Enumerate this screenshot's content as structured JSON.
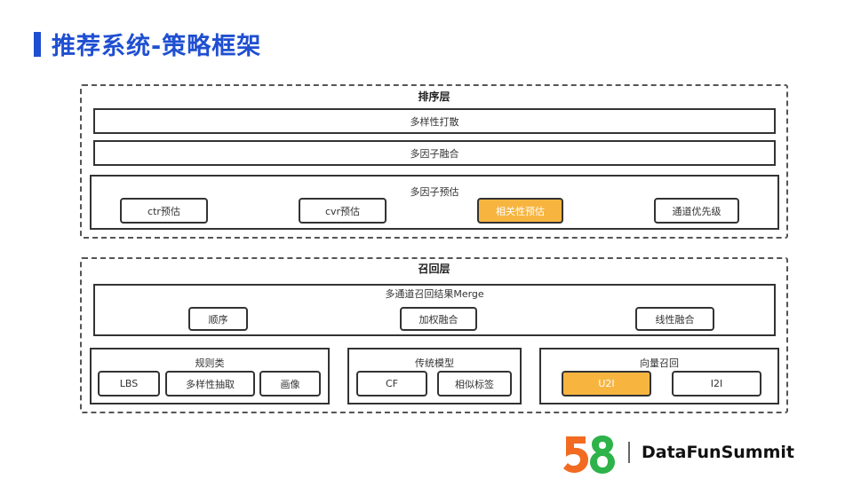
{
  "title": "推荐系统-策略框架",
  "ranking": {
    "title": "排序层",
    "diversity": "多样性打散",
    "fusion": "多因子融合",
    "estimation": {
      "title": "多因子预估",
      "items": [
        "ctr预估",
        "cvr预估",
        "相关性预估",
        "通道优先级"
      ]
    }
  },
  "recall": {
    "title": "召回层",
    "merge": {
      "title": "多通道召回结果Merge",
      "items": [
        "顺序",
        "加权融合",
        "线性融合"
      ]
    },
    "rules": {
      "title": "规则类",
      "items": [
        "LBS",
        "多样性抽取",
        "画像"
      ]
    },
    "traditional": {
      "title": "传统模型",
      "items": [
        "CF",
        "相似标签"
      ]
    },
    "vector": {
      "title": "向量召回",
      "items": [
        "U2I",
        "I2I"
      ]
    }
  },
  "brand": "DataFunSummit",
  "colors": {
    "title": "#1f4fd1",
    "highlight": "#f7b540",
    "logo_orange": "#f26b21",
    "logo_green": "#2db34a"
  }
}
